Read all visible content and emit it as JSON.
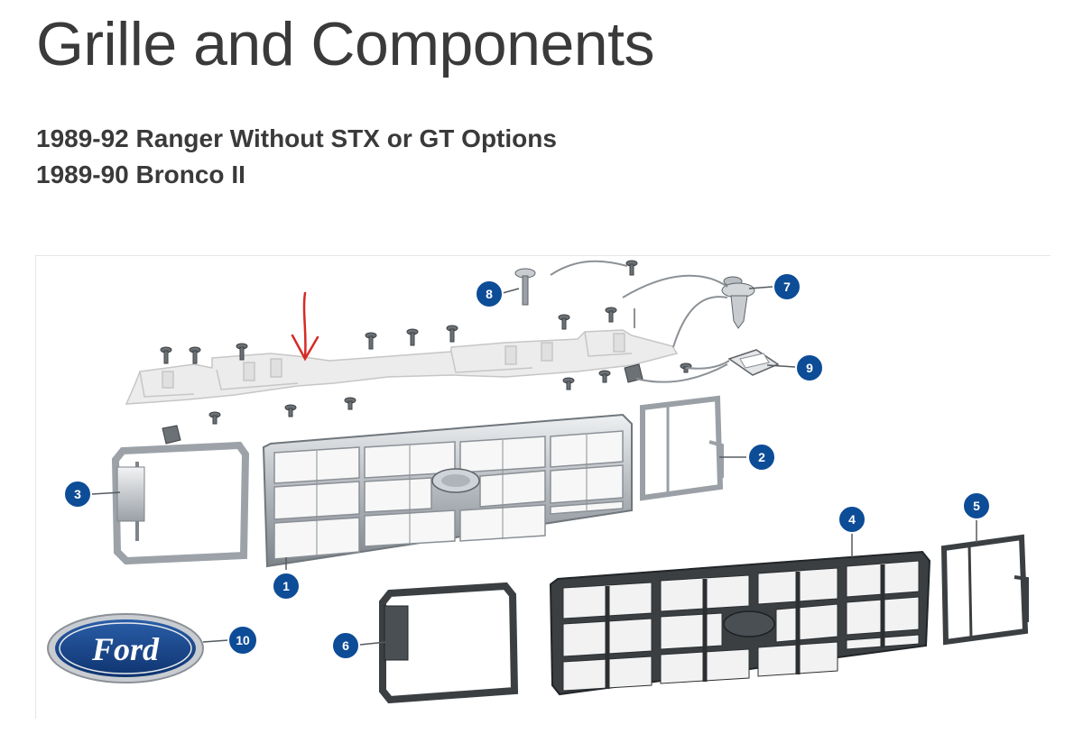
{
  "header": {
    "title": "Grille and Components",
    "subtitle_line1": "1989-92 Ranger Without STX or GT Options",
    "subtitle_line2": "1989-90 Bronco II"
  },
  "diagram": {
    "callouts": [
      "1",
      "2",
      "3",
      "4",
      "5",
      "6",
      "7",
      "8",
      "9",
      "10"
    ],
    "emblem_text": "Ford",
    "colors": {
      "callout_fill": "#0d4c97",
      "annotation_arrow": "#d62a25",
      "chrome_part": "#a7adb3",
      "black_part": "#3b3f42",
      "emblem_blue": "#163f7f"
    }
  }
}
